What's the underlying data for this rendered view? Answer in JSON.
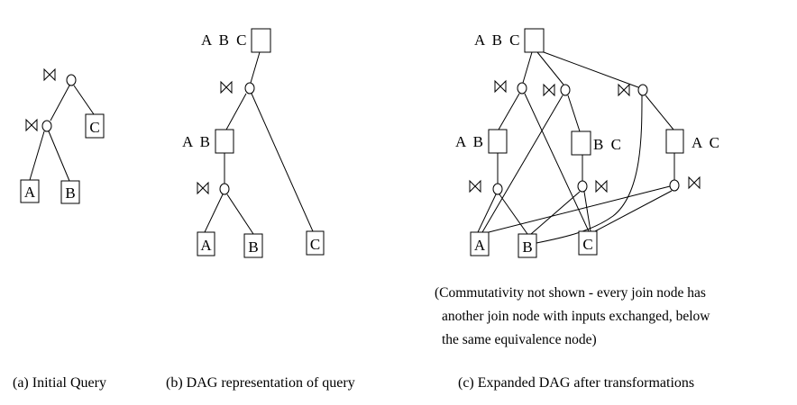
{
  "figure": {
    "panels": [
      {
        "id": "a",
        "caption": "(a) Initial Query",
        "relations": [
          "A",
          "B",
          "C"
        ],
        "joins": [
          {
            "id": "j_root",
            "inputs": [
              "j_ab",
              "C"
            ]
          },
          {
            "id": "j_ab",
            "inputs": [
              "A",
              "B"
            ]
          }
        ]
      },
      {
        "id": "b",
        "caption": "(b) DAG representation of query",
        "equivalence_nodes": [
          {
            "id": "ABC",
            "label": "A B C"
          },
          {
            "id": "AB",
            "label": "A B"
          }
        ],
        "relations": [
          "A",
          "B",
          "C"
        ],
        "joins": [
          {
            "id": "j1",
            "parent": "ABC",
            "inputs": [
              "AB",
              "C"
            ]
          },
          {
            "id": "j2",
            "parent": "AB",
            "inputs": [
              "A",
              "B"
            ]
          }
        ]
      },
      {
        "id": "c",
        "caption": "(c) Expanded DAG after transformations",
        "equivalence_nodes": [
          {
            "id": "ABC",
            "label": "A B C"
          },
          {
            "id": "AB",
            "label": "A B"
          },
          {
            "id": "BC",
            "label": "B C"
          },
          {
            "id": "AC",
            "label": "A C"
          }
        ],
        "relations": [
          "A",
          "B",
          "C"
        ],
        "joins": [
          {
            "id": "j1",
            "parent": "ABC",
            "inputs": [
              "AB",
              "C"
            ]
          },
          {
            "id": "j2",
            "parent": "ABC",
            "inputs": [
              "A",
              "BC"
            ]
          },
          {
            "id": "j3",
            "parent": "ABC",
            "inputs": [
              "B",
              "AC"
            ]
          },
          {
            "id": "j4",
            "parent": "AB",
            "inputs": [
              "A",
              "B"
            ]
          },
          {
            "id": "j5",
            "parent": "BC",
            "inputs": [
              "B",
              "C"
            ]
          },
          {
            "id": "j6",
            "parent": "AC",
            "inputs": [
              "A",
              "C"
            ]
          }
        ],
        "note": [
          "(Commutativity not shown - every join node has",
          "another join node with inputs exchanged, below",
          "the same equivalence node)"
        ]
      }
    ],
    "join_symbol": "bowtie-icon"
  }
}
